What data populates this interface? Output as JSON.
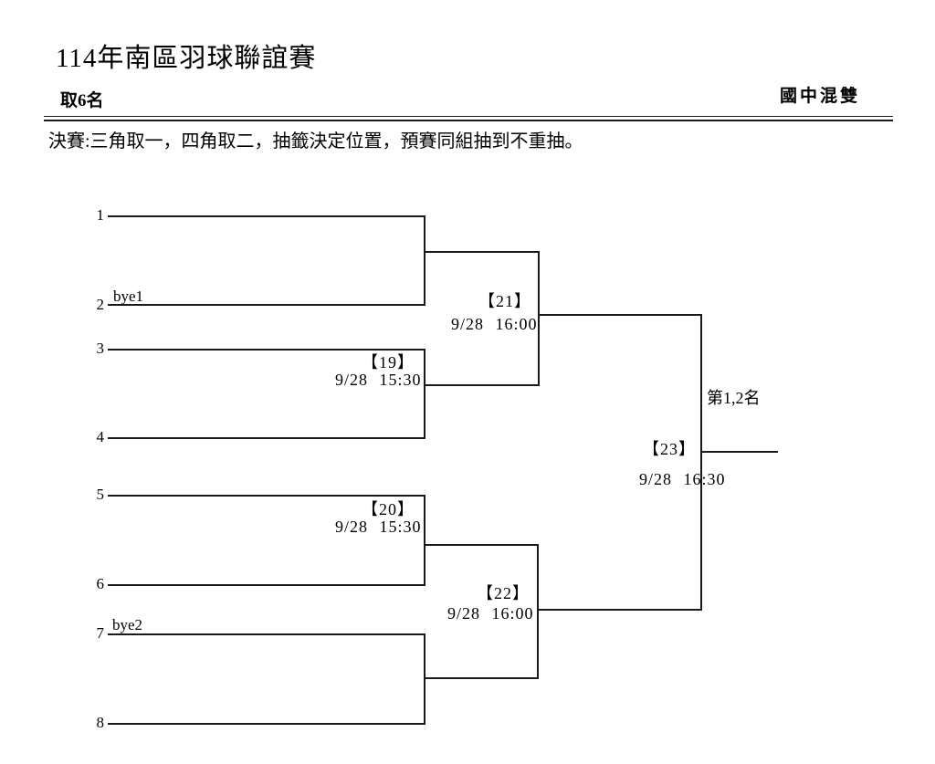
{
  "header": {
    "title": "114年南區羽球聯誼賽",
    "qualifier": "取6名",
    "category": "國中混雙",
    "note": "決賽:三角取一，四角取二，抽籤決定位置，預賽同組抽到不重抽。"
  },
  "bracket": {
    "seeds": [
      {
        "num": "1",
        "bye": ""
      },
      {
        "num": "2",
        "bye": "bye1"
      },
      {
        "num": "3",
        "bye": ""
      },
      {
        "num": "4",
        "bye": ""
      },
      {
        "num": "5",
        "bye": ""
      },
      {
        "num": "6",
        "bye": ""
      },
      {
        "num": "7",
        "bye": "bye2"
      },
      {
        "num": "8",
        "bye": ""
      }
    ],
    "matches": [
      {
        "id": "【19】",
        "time": "9/28 15:30"
      },
      {
        "id": "【20】",
        "time": "9/28 15:30"
      },
      {
        "id": "【21】",
        "time": "9/28 16:00"
      },
      {
        "id": "【22】",
        "time": "9/28 16:00"
      },
      {
        "id": "【23】",
        "time": "9/28 16:30"
      }
    ],
    "final_label": "第1,2名"
  }
}
